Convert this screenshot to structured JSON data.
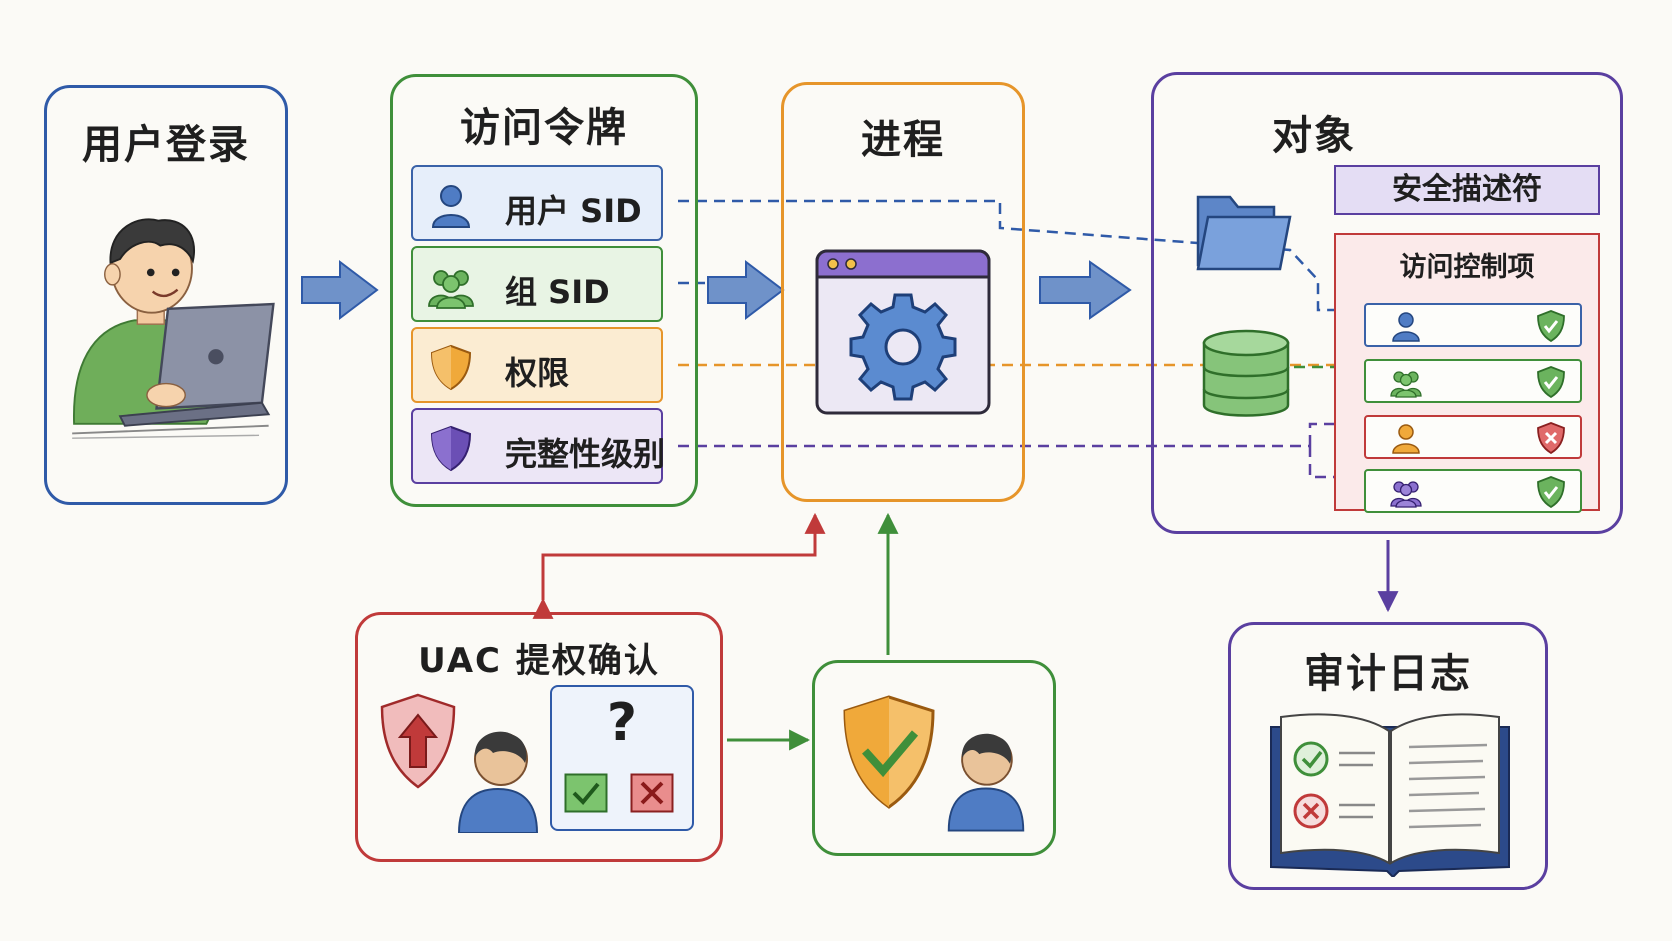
{
  "login": {
    "title": "用户登录"
  },
  "token": {
    "title": "访问令牌",
    "rows": [
      {
        "label": "用户 SID",
        "icon": "user-icon",
        "color": "#3a62a8"
      },
      {
        "label": "组 SID",
        "icon": "group-icon",
        "color": "#3f8f3a"
      },
      {
        "label": "权限",
        "icon": "shield-icon",
        "color": "#e6952a"
      },
      {
        "label": "完整性级别",
        "icon": "shield-icon",
        "color": "#5a3fa0"
      }
    ]
  },
  "process": {
    "title": "进程",
    "icon": "gear-window-icon"
  },
  "object": {
    "title": "对象",
    "icons": [
      "folder-icon",
      "database-icon"
    ],
    "security_descriptor": "安全描述符",
    "acl": {
      "title": "访问控制项",
      "entries": [
        {
          "principal": "user-icon",
          "principal_color": "#3a62a8",
          "result": "allow"
        },
        {
          "principal": "group-icon",
          "principal_color": "#3f8f3a",
          "result": "allow"
        },
        {
          "principal": "user-icon",
          "principal_color": "#e6952a",
          "result": "deny"
        },
        {
          "principal": "group-icon",
          "principal_color": "#5a3fa0",
          "result": "allow"
        }
      ]
    }
  },
  "uac": {
    "title": "UAC 提权确认",
    "prompt_symbol": "?"
  },
  "approved": {
    "icon": "shield-check-icon"
  },
  "audit": {
    "title": "审计日志",
    "icon": "book-icon"
  },
  "colors": {
    "blue": "#2f5aa8",
    "green": "#3f8f3a",
    "orange": "#e6952a",
    "purple": "#5a3fa0",
    "red": "#c03a3a"
  }
}
